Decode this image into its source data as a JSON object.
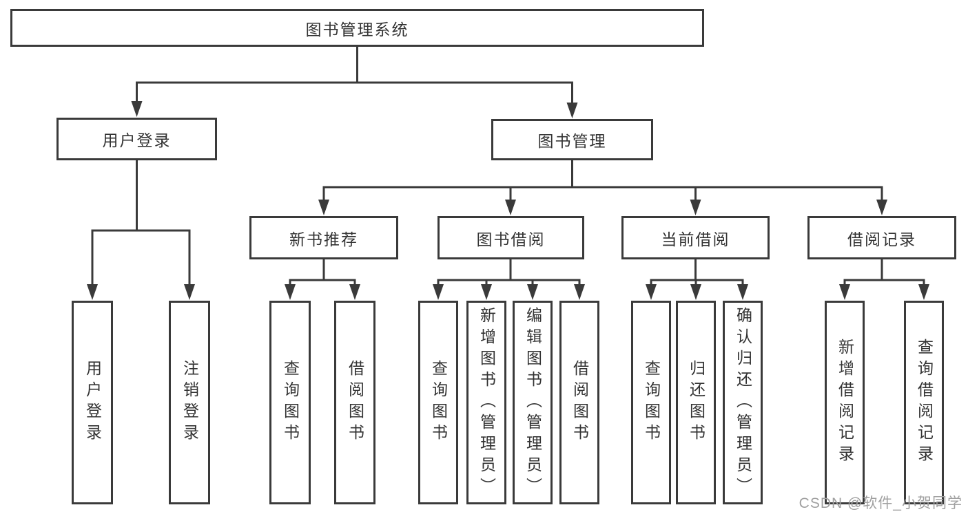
{
  "diagram": {
    "title_node": {
      "label": "图书管理系统"
    },
    "level2": [
      {
        "label": "用户登录"
      },
      {
        "label": "图书管理"
      }
    ],
    "level3": [
      {
        "label": "新书推荐"
      },
      {
        "label": "图书借阅"
      },
      {
        "label": "当前借阅"
      },
      {
        "label": "借阅记录"
      }
    ],
    "leaves": {
      "login": [
        "用户登录",
        "注销登录"
      ],
      "newbook": [
        "查询图书",
        "借阅图书"
      ],
      "borrow": [
        "查询图书",
        "新增图书（管理员）",
        "编辑图书（管理员）",
        "借阅图书"
      ],
      "current": [
        "查询图书",
        "归还图书",
        "确认归还（管理员）"
      ],
      "records": [
        "新增借阅记录",
        "查询借阅记录"
      ]
    },
    "colors": {
      "line": "#3a3a3a",
      "text": "#333333",
      "background": "#ffffff",
      "watermark": "#a0a0a0"
    }
  },
  "watermark": {
    "text": "CSDN @软件_小贺同学"
  }
}
